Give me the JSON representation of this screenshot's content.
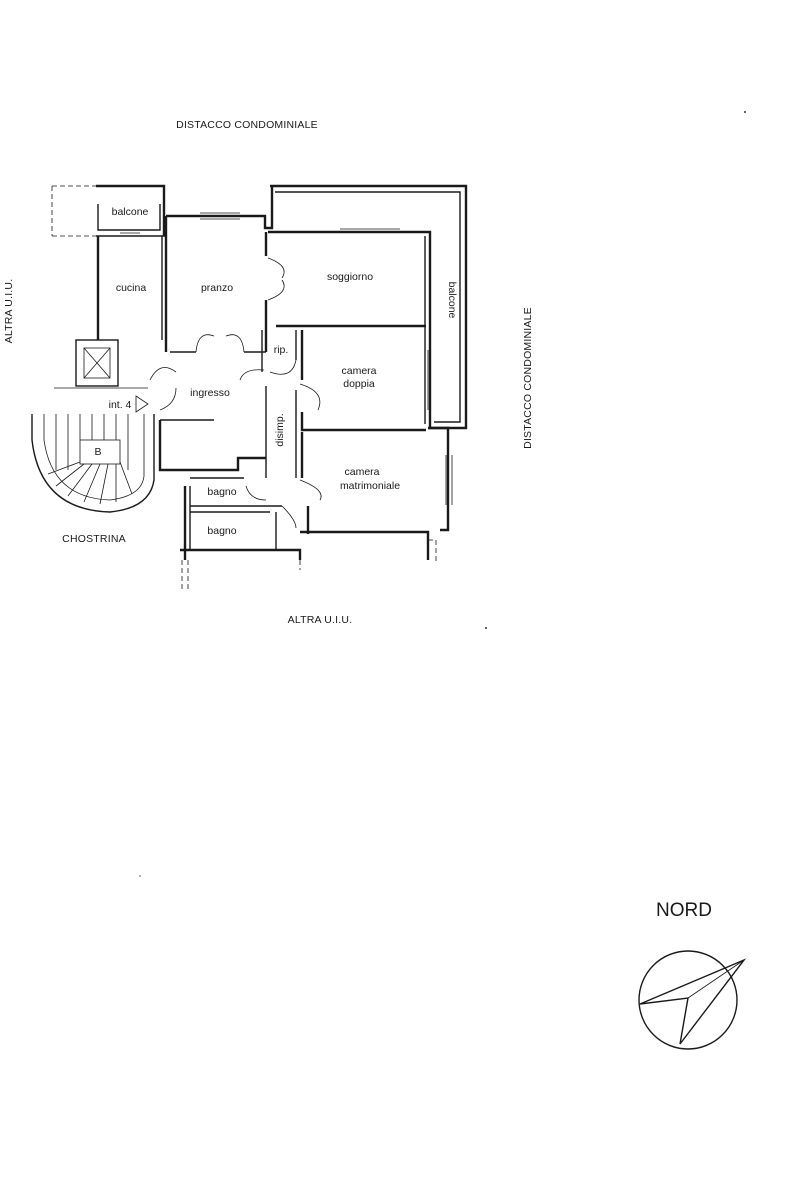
{
  "labels": {
    "top": "DISTACCO CONDOMINIALE",
    "right": "DISTACCO CONDOMINIALE",
    "left": "ALTRA U.I.U.",
    "bottom": "ALTRA U.I.U.",
    "courtyard": "CHOSTRINA"
  },
  "rooms": {
    "balcone_top": "balcone",
    "cucina": "cucina",
    "pranzo": "pranzo",
    "soggiorno": "soggiorno",
    "balcone_right": "balcone",
    "rip": "rip.",
    "camera_doppia_1": "camera",
    "camera_doppia_2": "doppia",
    "ingresso": "ingresso",
    "disimp": "disimp.",
    "int": "int. 4",
    "scala": "B",
    "camera_matr_1": "camera",
    "camera_matr_2": "matrimoniale",
    "bagno_1": "bagno",
    "bagno_2": "bagno"
  },
  "compass": {
    "label": "NORD"
  }
}
